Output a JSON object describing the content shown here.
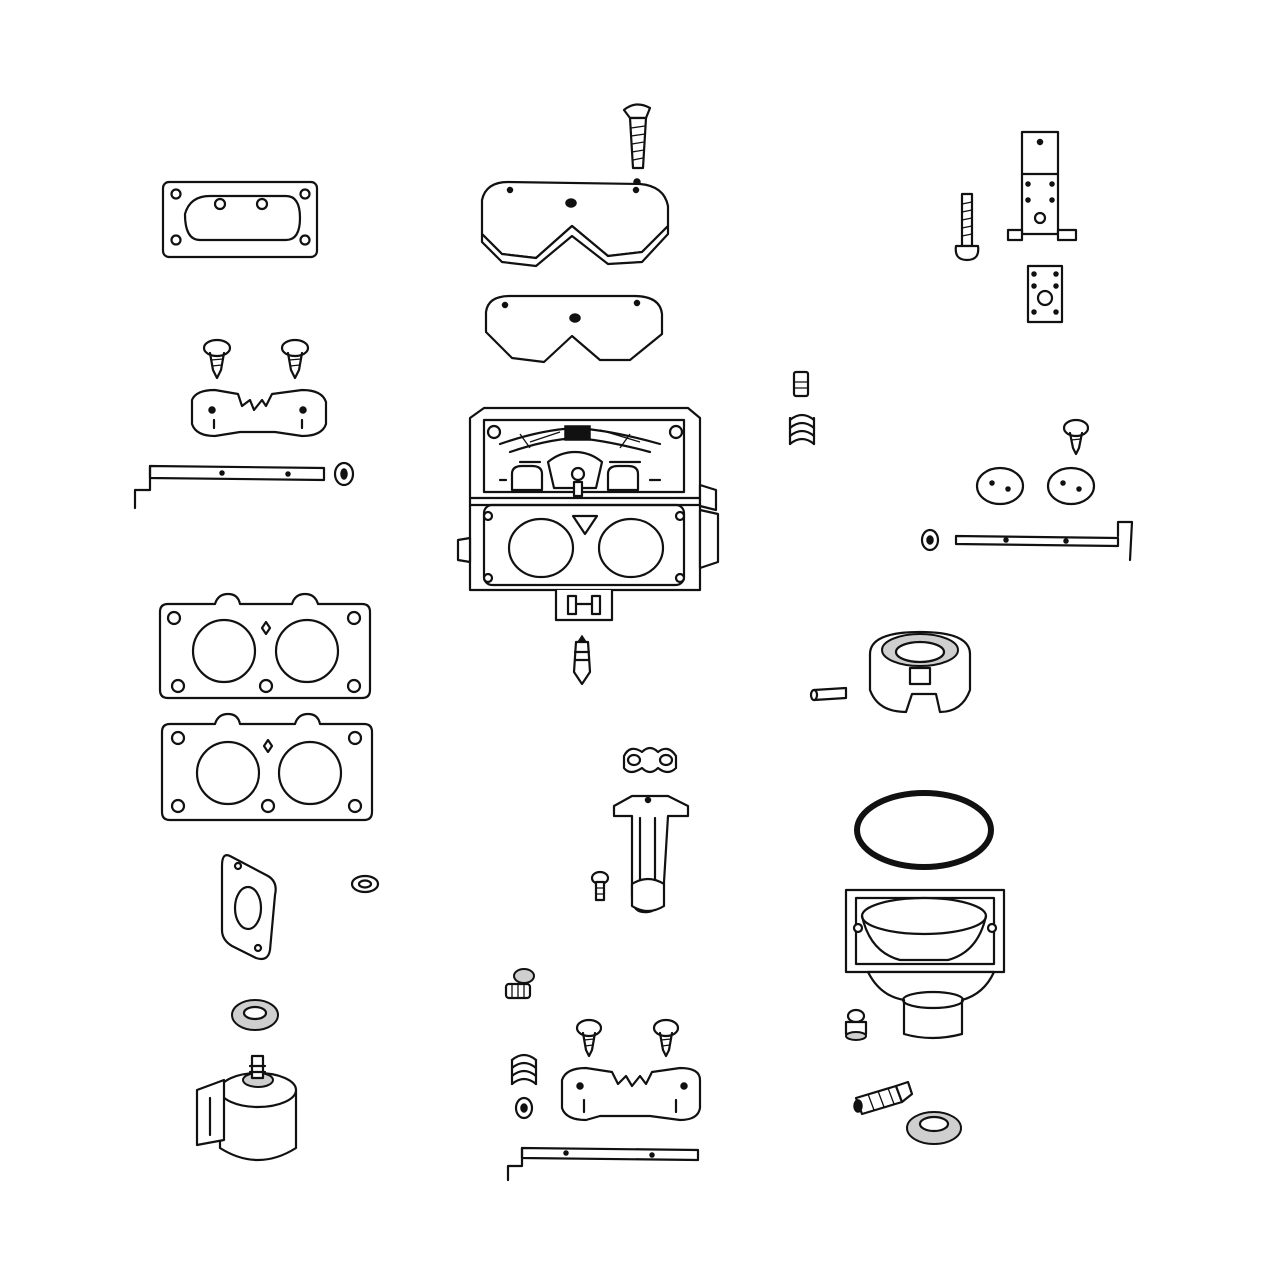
{
  "diagram": {
    "type": "exploded-parts-view",
    "subject": "carburetor",
    "parts": [
      "air-horn-gasket",
      "choke-plate-screws",
      "choke-plate",
      "choke-shaft",
      "choke-shaft-seal",
      "intake-gasket-upper",
      "intake-gasket-lower",
      "small-gasket",
      "washer",
      "seal-ring",
      "fuel-shutoff-solenoid",
      "top-cover-screw",
      "top-cover",
      "top-cover-gasket",
      "carburetor-body",
      "inlet-needle",
      "float-hinge-clip",
      "float",
      "float-screw",
      "idle-stop-screw",
      "throttle-springs",
      "throttle-plate-screws",
      "throttle-plate",
      "throttle-shaft",
      "bracket-screw",
      "bracket",
      "bracket-plate",
      "idle-screw",
      "idle-spring",
      "butterfly-screw",
      "butterfly-discs",
      "shaft-seal",
      "throttle-shaft-right",
      "float-bowl-ring",
      "float-pin",
      "o-ring",
      "float-bowl",
      "bowl-screw",
      "main-jet",
      "jet-washer"
    ]
  }
}
